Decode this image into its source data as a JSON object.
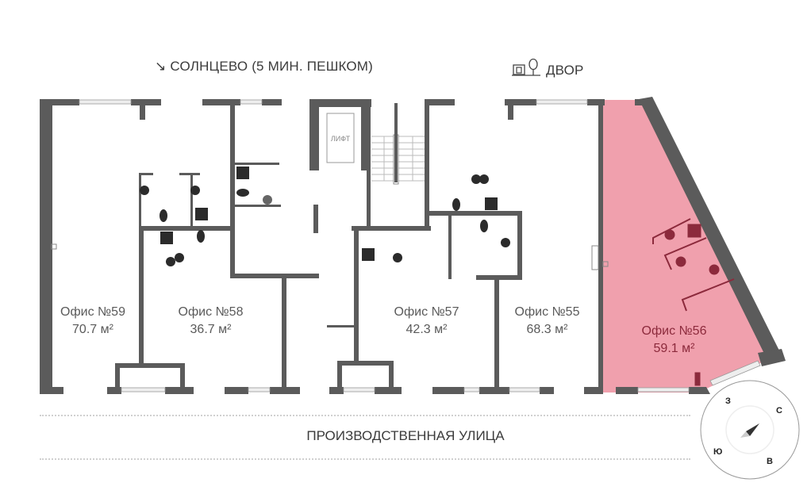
{
  "header": {
    "left_label": "СОЛНЦЕВО (5 МИН. ПЕШКОМ)",
    "left_icon": "arrow-down-right-icon",
    "right_label": "ДВОР",
    "right_icon": "playground-tree-icon"
  },
  "elevator_label": "ЛИФТ",
  "offices": [
    {
      "name": "Офис №59",
      "area": "70.7 м²",
      "selected": false
    },
    {
      "name": "Офис №58",
      "area": "36.7 м²",
      "selected": false
    },
    {
      "name": "Офис №57",
      "area": "42.3 м²",
      "selected": false
    },
    {
      "name": "Офис №55",
      "area": "68.3 м²",
      "selected": false
    },
    {
      "name": "Офис №56",
      "area": "59.1 м²",
      "selected": true
    }
  ],
  "street": "ПРОИЗВОДСТВЕННАЯ УЛИЦА",
  "compass": {
    "north": "С",
    "east": "В",
    "south": "Ю",
    "west": "З"
  },
  "colors": {
    "wall": "#5b5b5b",
    "selected_fill": "#f0a0ad",
    "selected_text": "#8c2a3c",
    "fixture": "#2b2b2b"
  }
}
